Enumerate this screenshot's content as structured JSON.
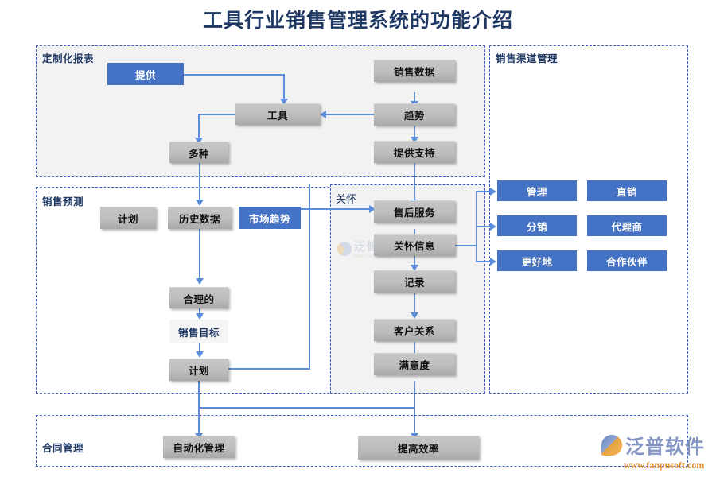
{
  "page": {
    "title": "工具行业销售管理系统的功能介绍"
  },
  "colors": {
    "title_color": "#1f3864",
    "accent_blue": "#4472c4",
    "connector_blue": "#5b8ddb",
    "node_gray": "#bdbdbd",
    "group_border": "#3a61c7",
    "group_fill": "#f2f2f2",
    "logo_blue": "#8494c2",
    "logo_orange": "#e0922f"
  },
  "groups": [
    {
      "key": "custom_report",
      "label": "定制化报表"
    },
    {
      "key": "sales_channel",
      "label": "销售渠道管理"
    },
    {
      "key": "sales_forecast",
      "label": "销售预测"
    },
    {
      "key": "care",
      "label": "关怀"
    },
    {
      "key": "contract",
      "label": "合同管理"
    }
  ],
  "nodes": {
    "provide": {
      "label": "提供",
      "style": "blue"
    },
    "tool": {
      "label": "工具",
      "style": "gray"
    },
    "variety": {
      "label": "多种",
      "style": "gray"
    },
    "sales_data": {
      "label": "销售数据",
      "style": "gray"
    },
    "trend": {
      "label": "趋势",
      "style": "gray"
    },
    "provide_sup": {
      "label": "提供支持",
      "style": "gray"
    },
    "plan_top": {
      "label": "计划",
      "style": "gray"
    },
    "history_data": {
      "label": "历史数据",
      "style": "gray"
    },
    "market_trend": {
      "label": "市场趋势",
      "style": "blue"
    },
    "reasonable": {
      "label": "合理的",
      "style": "gray"
    },
    "sales_target": {
      "label": "销售目标",
      "style": "light"
    },
    "plan_bottom": {
      "label": "计划",
      "style": "gray"
    },
    "after_service": {
      "label": "售后服务",
      "style": "gray"
    },
    "care_info": {
      "label": "关怀信息",
      "style": "gray"
    },
    "record": {
      "label": "记录",
      "style": "gray"
    },
    "customer_rel": {
      "label": "客户关系",
      "style": "gray"
    },
    "satisfaction": {
      "label": "满意度",
      "style": "gray"
    },
    "manage": {
      "label": "管理",
      "style": "blue"
    },
    "direct_sale": {
      "label": "直销",
      "style": "blue"
    },
    "distribution": {
      "label": "分销",
      "style": "blue"
    },
    "agent": {
      "label": "代理商",
      "style": "blue"
    },
    "better": {
      "label": "更好地",
      "style": "blue"
    },
    "partner": {
      "label": "合作伙伴",
      "style": "blue"
    },
    "auto_manage": {
      "label": "自动化管理",
      "style": "gray"
    },
    "improve_eff": {
      "label": "提高效率",
      "style": "gray"
    }
  },
  "branding": {
    "company": "泛普软件",
    "url": "www.fanpusoft.com",
    "watermark": "泛普软件",
    "watermark_sub": "FANPU SOFTWARE"
  }
}
